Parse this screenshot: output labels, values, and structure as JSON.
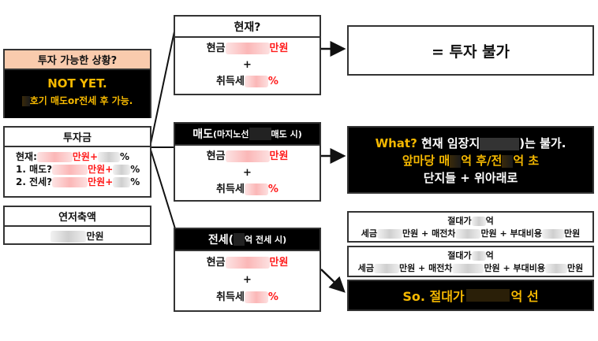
{
  "situation": {
    "title": "투자 가능한 상황?",
    "status": "NOT YET.",
    "note": "호기 매도or전세 후 가능."
  },
  "investment": {
    "title": "투자금",
    "rows": [
      {
        "label": "현재:",
        "unit": "만원+",
        "pct": "%"
      },
      {
        "label": "1. 매도?",
        "unit": "만원+",
        "pct": "%"
      },
      {
        "label": "2. 전세?",
        "unit": "만원+",
        "pct": "%"
      }
    ]
  },
  "savings": {
    "title": "연저축액",
    "unit": "만원"
  },
  "scenarios": [
    {
      "title": "현재?",
      "cash": "현금",
      "cash_unit": "만원",
      "plus": "+",
      "tax": "취득세",
      "tax_unit": "%"
    },
    {
      "title": "매도",
      "title_sub1": "(마지노선",
      "title_sub2": "매도 시)",
      "cash": "현금",
      "cash_unit": "만원",
      "plus": "+",
      "tax": "취득세",
      "tax_unit": "%"
    },
    {
      "title": "전세(",
      "title_sub2": "억 전세 시)",
      "cash": "현금",
      "cash_unit": "만원",
      "plus": "+",
      "tax": "취득세",
      "tax_unit": "%"
    }
  ],
  "results": {
    "r1": "= 투자 불가",
    "r2": {
      "what": "What?",
      "l1": "현재 임장지",
      "l1b": ")는 불가.",
      "l2a": "앞마당 매",
      "l2b": "억 후/전",
      "l2c": "억 초",
      "l3": "단지들 + 위아래로"
    },
    "abs": [
      {
        "title": "절대가",
        "title2": "억",
        "tax": "세금",
        "u1": "만원 + 매전차",
        "u2": "만원 + 부대비용",
        "u3": "만원"
      },
      {
        "title": "절대가",
        "title2": "억",
        "tax": "세금",
        "u1": "만원 + 매전차",
        "u2": "만원 + 부대비용",
        "u3": "만원"
      }
    ],
    "so": {
      "a": "So. 절대가",
      "b": "억 선"
    }
  },
  "colors": {
    "peach": "#f9cbad",
    "yellow": "#f5b800",
    "red": "#ff1a1a"
  }
}
